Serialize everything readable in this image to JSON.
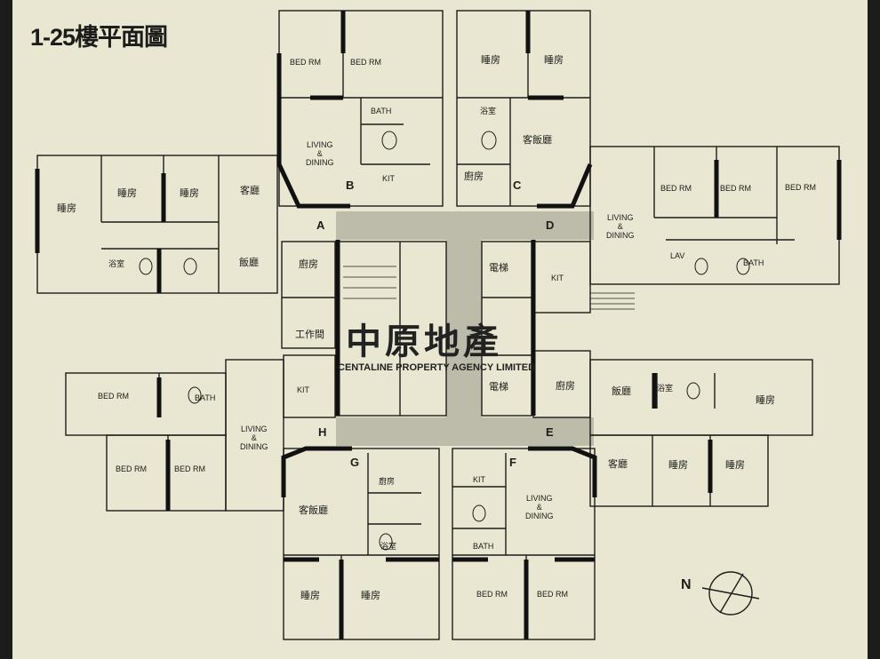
{
  "title": "1-25樓平面圖",
  "logo": {
    "chinese": "中原地產",
    "english": "CENTALINE PROPERTY AGENCY LIMITED"
  },
  "compass": {
    "label": "N"
  },
  "units": [
    "A",
    "B",
    "C",
    "D",
    "E",
    "F",
    "G",
    "H"
  ],
  "rooms": [
    "BED RM",
    "BED RM",
    "睡房",
    "睡房",
    "BATH",
    "浴室",
    "LIVING\n&\nDINING",
    "客飯廳",
    "KIT",
    "廚房",
    "睡房",
    "睡房",
    "睡房",
    "客廳",
    "浴室",
    "飯廳",
    "廚房",
    "工作間",
    "KIT",
    "BED RM",
    "BATH",
    "LIVING\n&\nDINING",
    "BED RM",
    "BED RM",
    "BED RM",
    "BED RM",
    "BED RM",
    "LIVING\n&\nDINING",
    "LAV",
    "BATH",
    "KIT",
    "電梯",
    "電梯",
    "廚房",
    "飯廳",
    "浴室",
    "睡房",
    "客廳",
    "睡房",
    "睡房",
    "廚房",
    "浴室",
    "客飯廳",
    "睡房",
    "睡房",
    "KIT",
    "LIVING\n&\nDINING",
    "BATH",
    "BED RM",
    "BED RM"
  ]
}
